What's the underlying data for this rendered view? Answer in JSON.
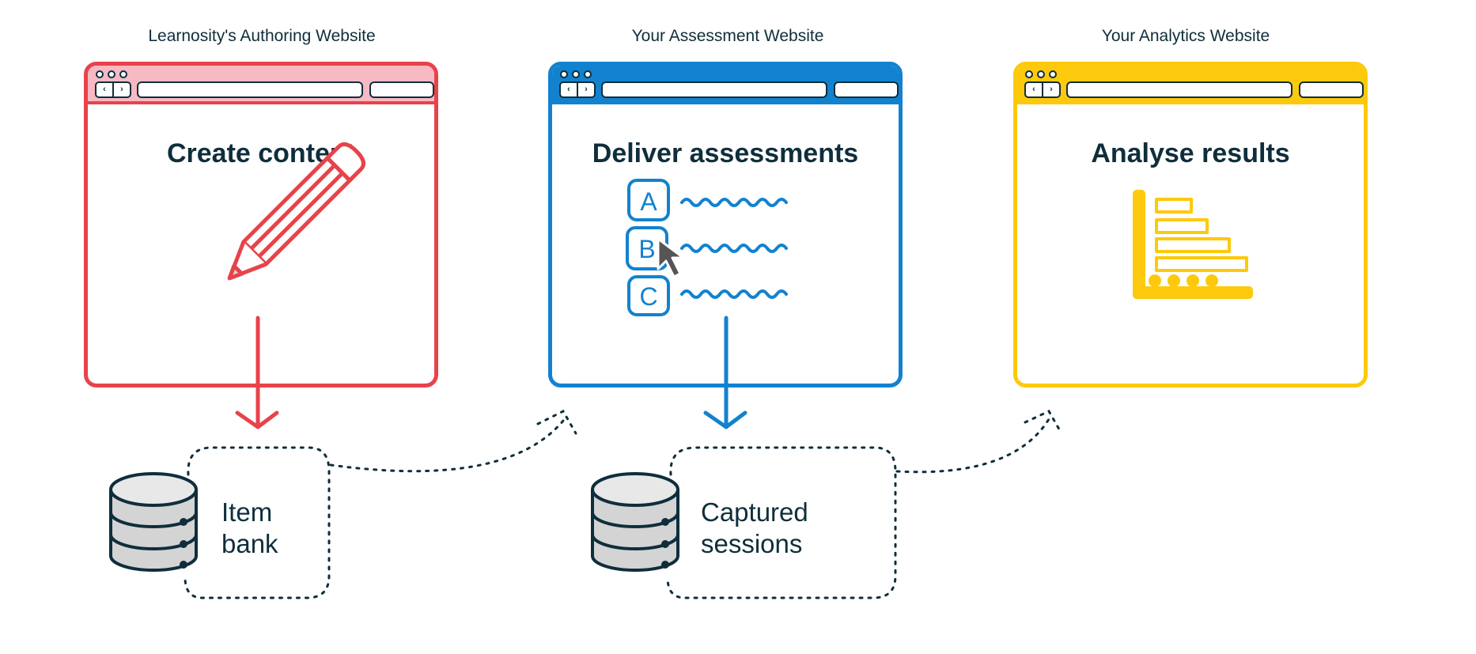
{
  "windows": [
    {
      "caption": "Learnosity's Authoring Website",
      "title": "Create content",
      "color": "#e8424a",
      "titlebar_color": "#f7b9c2",
      "nav_back": "‹",
      "nav_forward": "›",
      "icon": "pencil-icon"
    },
    {
      "caption": "Your Assessment Website",
      "title": "Deliver assessments",
      "color": "#1282cf",
      "titlebar_color": "#1282cf",
      "nav_back": "‹",
      "nav_forward": "›",
      "icon": "multiple-choice-icon",
      "options": [
        "A",
        "B",
        "C"
      ]
    },
    {
      "caption": "Your Analytics Website",
      "title": "Analyse results",
      "color": "#fdc90c",
      "titlebar_color": "#fdc90c",
      "nav_back": "‹",
      "nav_forward": "›",
      "icon": "bar-chart-icon"
    }
  ],
  "databases": [
    {
      "line1": "Item",
      "line2": "bank",
      "icon": "database-icon"
    },
    {
      "line1": "Captured",
      "line2": "sessions",
      "icon": "database-icon"
    }
  ],
  "colors": {
    "text": "#0f2e3b",
    "db_fill": "#d4d4d4"
  }
}
